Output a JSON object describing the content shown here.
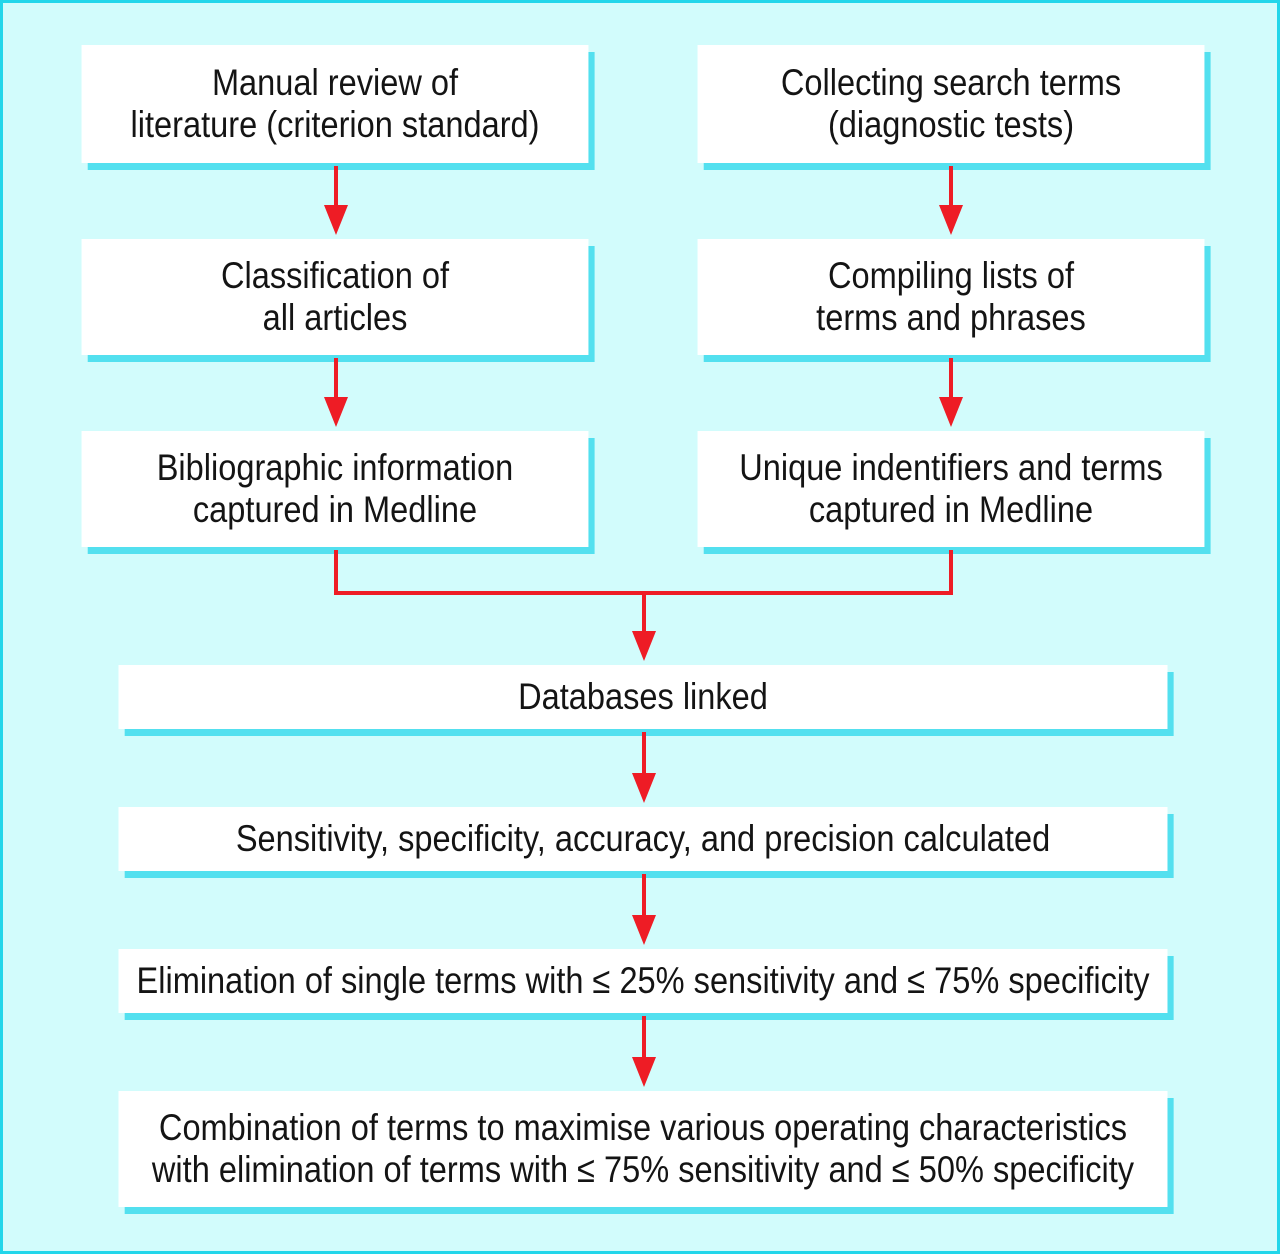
{
  "colors": {
    "background": "#d2fcfc",
    "border": "#22d6ea",
    "box_fill": "#ffffff",
    "box_shadow": "#53e0ef",
    "arrow": "#ee1c25",
    "text": "#141414"
  },
  "boxes": {
    "manual_review": [
      "Manual review of",
      "literature (criterion standard)"
    ],
    "collecting_terms": [
      "Collecting search terms",
      "(diagnostic tests)"
    ],
    "classification": [
      "Classification of",
      "all articles"
    ],
    "compiling_lists": [
      "Compiling lists of",
      "terms and phrases"
    ],
    "bibliographic": [
      "Bibliographic information",
      "captured in Medline"
    ],
    "unique_identifiers": [
      "Unique indentifiers and terms",
      "captured in Medline"
    ],
    "databases_linked": [
      "Databases linked"
    ],
    "sensitivity_calc": [
      "Sensitivity, specificity, accuracy, and precision calculated"
    ],
    "elimination_single": [
      "Elimination of single terms with ≤ 25% sensitivity and ≤ 75% specificity"
    ],
    "combination": [
      "Combination of terms to maximise various operating characteristics",
      "with elimination of terms with ≤ 75% sensitivity and ≤ 50% specificity"
    ]
  }
}
